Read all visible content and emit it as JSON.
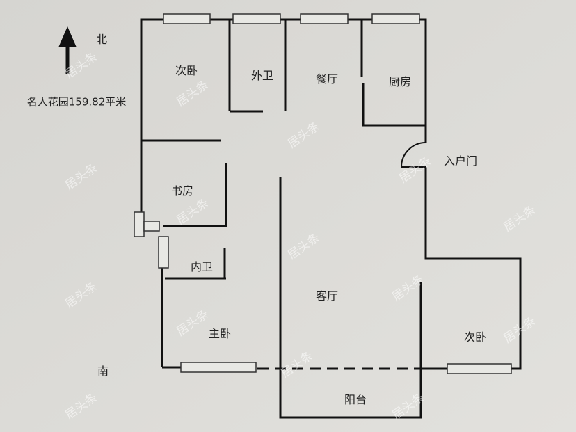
{
  "plan": {
    "title": "名人花园159.82平米",
    "north": "北",
    "south": "南",
    "entrance": "入户门",
    "rooms": {
      "bedroom_nw": "次卧",
      "guest_bath": "外卫",
      "dining": "餐厅",
      "kitchen": "厨房",
      "study": "书房",
      "ensuite": "内卫",
      "living": "客厅",
      "master": "主卧",
      "bedroom_se": "次卧",
      "balcony": "阳台"
    }
  },
  "watermark": "居头条"
}
